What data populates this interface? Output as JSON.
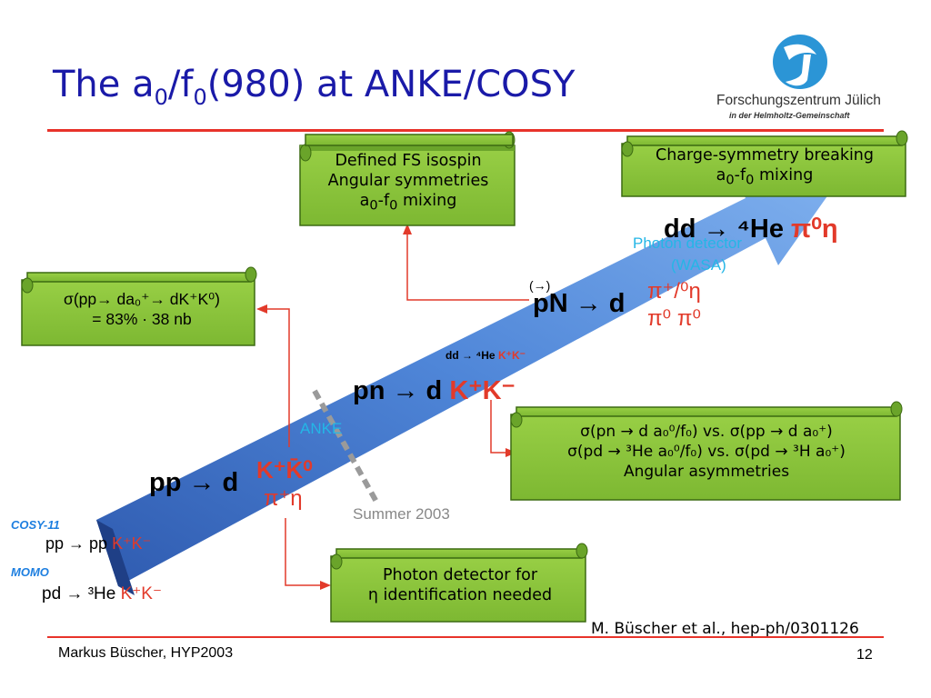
{
  "header": {
    "title_main": "The a",
    "title_sub1": "0",
    "title_mid": "/f",
    "title_sub2": "0",
    "title_end": "(980) at ANKE/COSY",
    "logo_name": "Forschungszentrum Jülich",
    "logo_tagline": "in der Helmholtz-Gemeinschaft",
    "logo_icon": "fzj-logo-icon"
  },
  "boxes": {
    "fs_isospin": {
      "line1": "Defined FS isospin",
      "line2": "Angular symmetries",
      "line3_a": "a",
      "line3_b": "0",
      "line3_c": "-f",
      "line3_d": "0",
      "line3_e": " mixing"
    },
    "csb": {
      "line1": "Charge-symmetry breaking",
      "line2_a": "a",
      "line2_b": "0",
      "line2_c": "-f",
      "line2_d": "0",
      "line2_e": " mixing"
    },
    "sigma_pp": {
      "line1": "σ(pp→ da₀⁺→ dK⁺K⁰)",
      "line2": "= 83% · 38 nb"
    },
    "ratio": {
      "line1": "σ(pn → d a₀⁰/f₀) vs. σ(pp → d a₀⁺)",
      "line2": "σ(pd → ³He a₀⁰/f₀) vs. σ(pd → ³H a₀⁺)",
      "line3": "Angular asymmetries"
    },
    "photon": {
      "line1": "Photon detector for",
      "line2": "η identification needed"
    }
  },
  "reactions": {
    "dd_he": "dd → ⁴He",
    "dd_he_pi": "π⁰η",
    "photon_det": "Photon detector",
    "wasa": "(WASA)",
    "pN_arrow_prefix": "(→)",
    "pN": "pN → d",
    "pN_pi": "π⁺/⁰η",
    "pN_pi2": "π⁰ π⁰",
    "dd_kk": "dd → ⁴He",
    "dd_kk_red": "K⁺K⁻",
    "pn": "pn → d",
    "pn_red": "K⁺K⁻",
    "anke": "ANKE",
    "pp": "pp → d",
    "pp_red": "K⁺K̄⁰",
    "pp_pi": "π⁺η",
    "summer": "Summer 2003",
    "cosy11": "COSY-11",
    "pp_pp": "pp → pp",
    "pp_pp_red": "K⁺K⁻",
    "momo": "MOMO",
    "pd_he": "pd → ³He",
    "pd_he_red": "K⁺K⁻"
  },
  "footer": {
    "reference": "M. Büscher et al., hep-ph/0301126",
    "author": "Markus Büscher, HYP2003",
    "page": "12"
  },
  "colors": {
    "title": "#1a1aa8",
    "accent_red": "#e23a2a",
    "scroll_green": "#8cc63e",
    "arrow_blue": "#3f6fc8",
    "cyan": "#24b6e6"
  }
}
